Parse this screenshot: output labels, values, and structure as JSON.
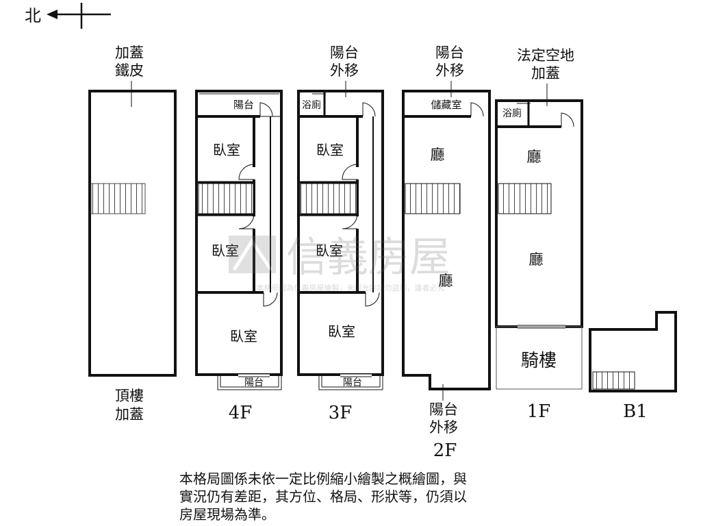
{
  "compass": {
    "label": "北"
  },
  "watermark": {
    "brand": "信義房屋",
    "notice": "本格局圖為信義房屋繪製，未經允許請勿盜用，違者必究"
  },
  "roof": {
    "top_note_1": "加蓋",
    "top_note_2": "鐵皮",
    "floor_1": "頂樓",
    "floor_2": "加蓋"
  },
  "floor4": {
    "floor": "4F",
    "rooms": {
      "balcony_top": "陽台",
      "bedroom_1": "臥室",
      "bedroom_2": "臥室",
      "bedroom_3": "臥室",
      "balcony_bottom": "陽台"
    }
  },
  "floor3": {
    "floor": "3F",
    "top_note_1": "陽台",
    "top_note_2": "外移",
    "rooms": {
      "bath": "浴廁",
      "bedroom_1": "臥室",
      "bedroom_2": "臥室",
      "bedroom_3": "臥室",
      "balcony_bottom": "陽台"
    }
  },
  "floor2": {
    "floor": "2F",
    "top_note_1": "陽台",
    "top_note_2": "外移",
    "bottom_note_1": "陽台",
    "bottom_note_2": "外移",
    "rooms": {
      "storage": "儲藏室",
      "hall_1": "廳",
      "hall_2": "廳"
    }
  },
  "floor1": {
    "floor": "1F",
    "top_note_1": "法定空地",
    "top_note_2": "加蓋",
    "rooms": {
      "bath": "浴廁",
      "hall_1": "廳",
      "hall_2": "廳",
      "arcade": "騎樓"
    }
  },
  "basement": {
    "floor": "B1"
  },
  "disclaimer": {
    "line1": "本格局圖係未依一定比例縮小繪製之概繪圖，與",
    "line2": "實況仍有差距，其方位、格局、形狀等，仍須以",
    "line3": "房屋現場為準。"
  }
}
